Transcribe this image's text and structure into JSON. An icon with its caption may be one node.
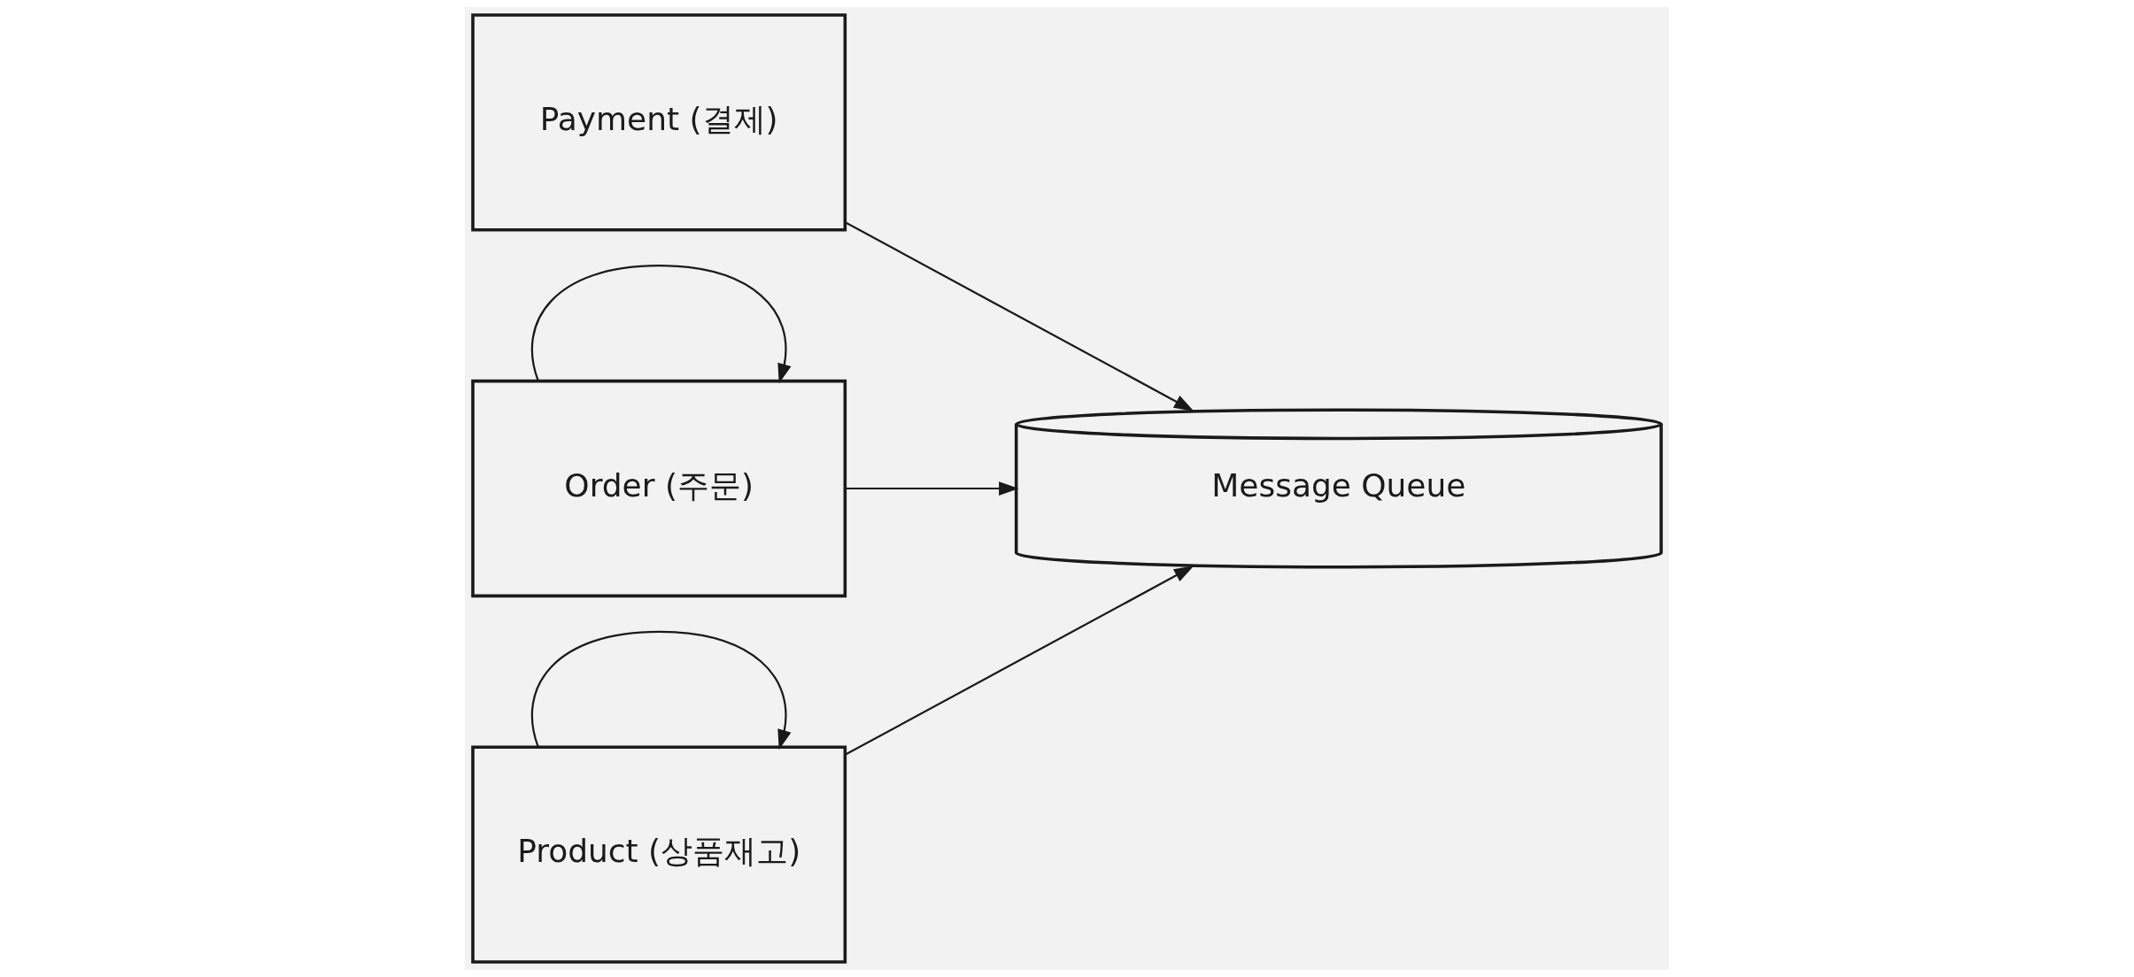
{
  "diagram": {
    "nodes": [
      {
        "text": [
          "Payment (결제)"
        ]
      },
      {
        "text": [
          "Message Queue"
        ]
      },
      {
        "text": [
          "Order (주문)"
        ]
      },
      {
        "text": [
          "Product (상품재고)"
        ]
      }
    ],
    "edges": [
      {
        "from": 0,
        "to": 1,
        "arrow": "to"
      },
      {
        "from": 2,
        "to": 1,
        "arrow": "to"
      },
      {
        "from": 3,
        "to": 1,
        "arrow": "to"
      },
      {
        "from": 2,
        "to": 2,
        "arrow": "to"
      },
      {
        "from": 3,
        "to": 3,
        "arrow": "to"
      }
    ]
  }
}
